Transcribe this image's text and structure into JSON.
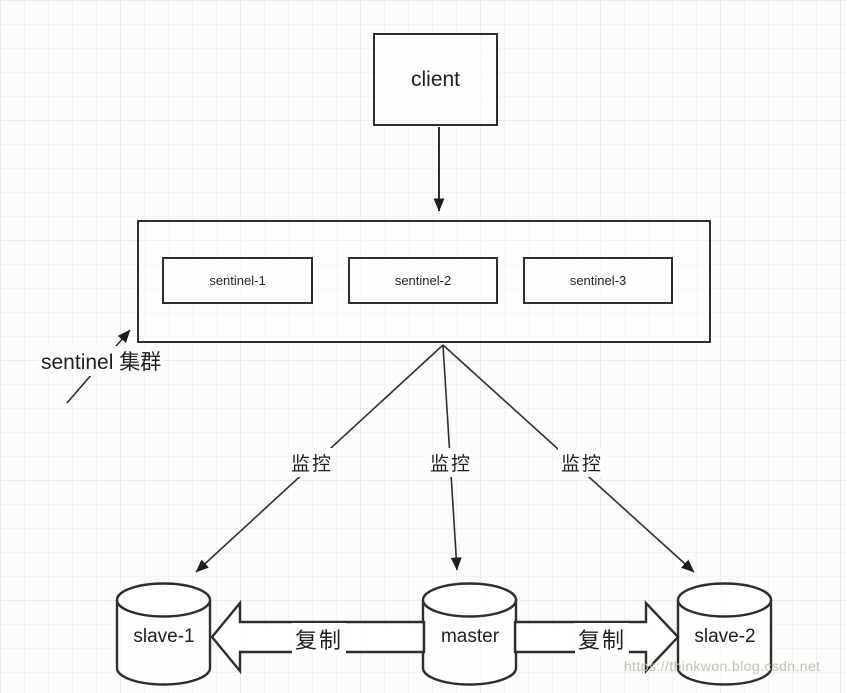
{
  "diagram": {
    "client": {
      "label": "client"
    },
    "sentinel_cluster": {
      "label": "sentinel 集群",
      "sentinels": [
        {
          "label": "sentinel-1"
        },
        {
          "label": "sentinel-2"
        },
        {
          "label": "sentinel-3"
        }
      ]
    },
    "edges": {
      "monitor_labels": [
        "监控",
        "监控",
        "监控"
      ],
      "replication_labels": [
        "复制",
        "复制"
      ]
    },
    "databases": [
      {
        "label": "slave-1"
      },
      {
        "label": "master"
      },
      {
        "label": "slave-2"
      }
    ],
    "watermark": "https://thinkwon.blog.csdn.net",
    "colors": {
      "stroke": "#2e2e2e",
      "canvas_background": "#fcfcfd",
      "watermark_text": "#c9bfb1"
    }
  }
}
